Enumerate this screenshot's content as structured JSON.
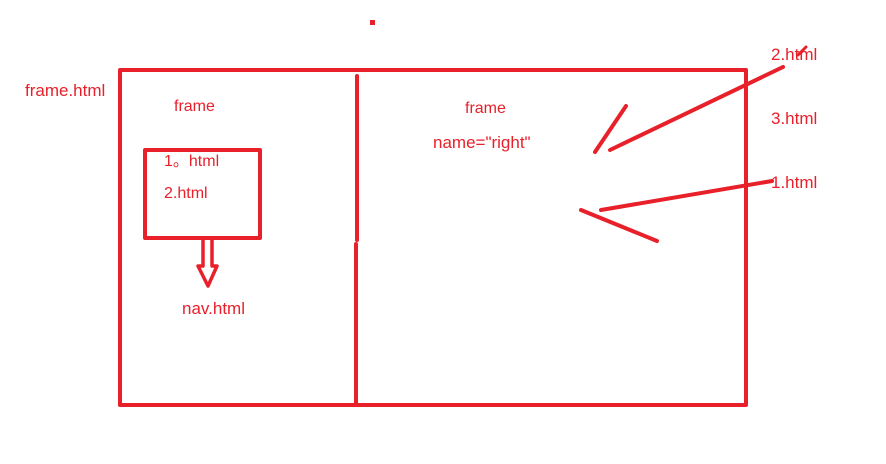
{
  "accent_color": "#e8202a",
  "labels": {
    "outer_page": "frame.html",
    "left_frame": "frame",
    "nav_item_1": "1。html",
    "nav_item_2": "2.html",
    "nav_page": "nav.html",
    "right_frame": "frame",
    "right_frame_name": "name=\"right\"",
    "target_page_2": "2.html",
    "target_page_3": "3.html",
    "target_page_1": "1.html"
  },
  "icons": {
    "down_arrow": "hollow-down-arrow",
    "pointer_arrows": "freehand-arrow"
  }
}
